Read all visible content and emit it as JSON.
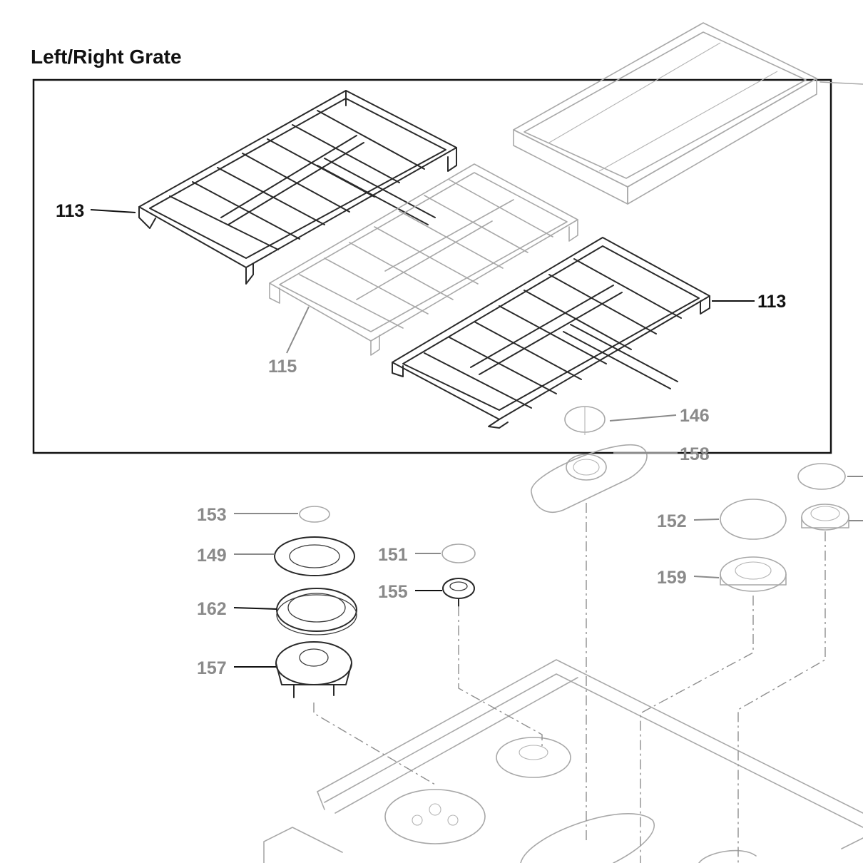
{
  "title": "Left/Right Grate",
  "callouts": {
    "c113_left": "113",
    "c113_right": "113",
    "c115": "115",
    "c146": "146",
    "c158": "158",
    "c153": "153",
    "c149": "149",
    "c162": "162",
    "c157": "157",
    "c151": "151",
    "c155": "155",
    "c152": "152",
    "c159": "159"
  },
  "colors": {
    "highlight_label": "#111111",
    "dimmed_label": "#8a8a8a",
    "frame": "#111111"
  }
}
